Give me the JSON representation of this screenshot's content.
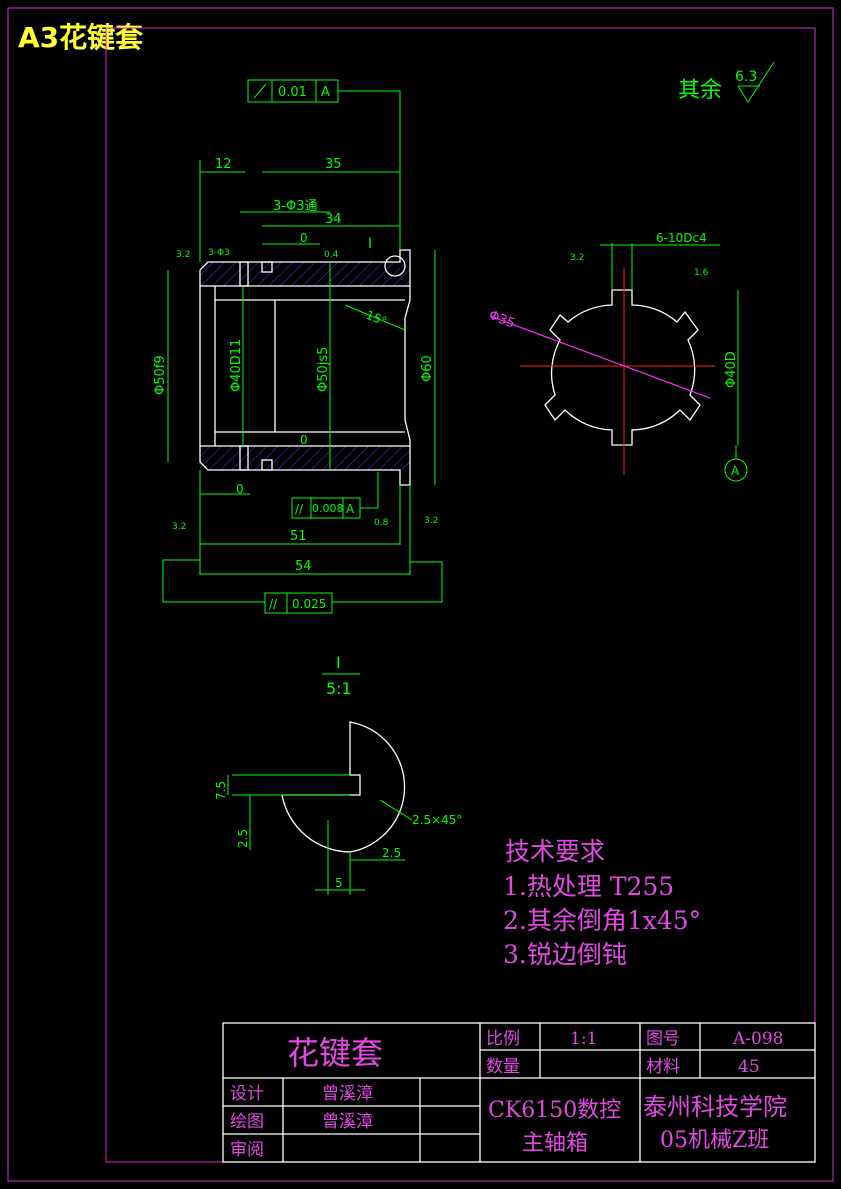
{
  "page_title": "A3花键套",
  "surface_finish": {
    "label": "其余",
    "value": "6.3"
  },
  "dims": {
    "d12": "12",
    "d35": "35",
    "d34": "34",
    "d51": "51",
    "d54": "54",
    "holes": "3-Φ3通",
    "holes_small": "3-Φ3",
    "zero": "0",
    "phi50f9": "Φ50f9",
    "phi40d11": "Φ40D11",
    "phi50js5": "Φ50js5",
    "phi60": "Φ60",
    "angle15": "15°",
    "phi35": "Φ35",
    "phi40D": "Φ40D",
    "spline": "6-10Dc4",
    "r32": "3.2",
    "r04": "0.4",
    "r16": "1.6",
    "r08": "0.8"
  },
  "tolerances": {
    "runout": {
      "value": "0.01",
      "datum": "A"
    },
    "parallel1": {
      "value": "0.008",
      "datum": "A"
    },
    "parallel2": {
      "value": "0.025"
    }
  },
  "datum_label": "A",
  "section_label": "I",
  "detail": {
    "label": "I",
    "scale": "5:1",
    "d75": "7.5",
    "d25a": "2.5",
    "d25b": "2.5",
    "d5": "5",
    "chamfer": "2.5×45°"
  },
  "tech_req": {
    "title": "技术要求",
    "items": [
      "1.热处理 T255",
      "2.其余倒角1x45°",
      "3.锐边倒钝"
    ]
  },
  "title_block": {
    "part_name": "花键套",
    "scale_label": "比例",
    "scale_value": "1:1",
    "drawing_no_label": "图号",
    "drawing_no": "A-098",
    "qty_label": "数量",
    "qty_value": "",
    "material_label": "材料",
    "material": "45",
    "design_label": "设计",
    "designer": "曾溪漳",
    "draw_label": "绘图",
    "drawer": "曾溪漳",
    "review_label": "审阅",
    "project_line1": "CK6150数控",
    "project_line2": "主轴箱",
    "school_line1": "泰州科技学院",
    "school_line2": "05机械Z班"
  }
}
